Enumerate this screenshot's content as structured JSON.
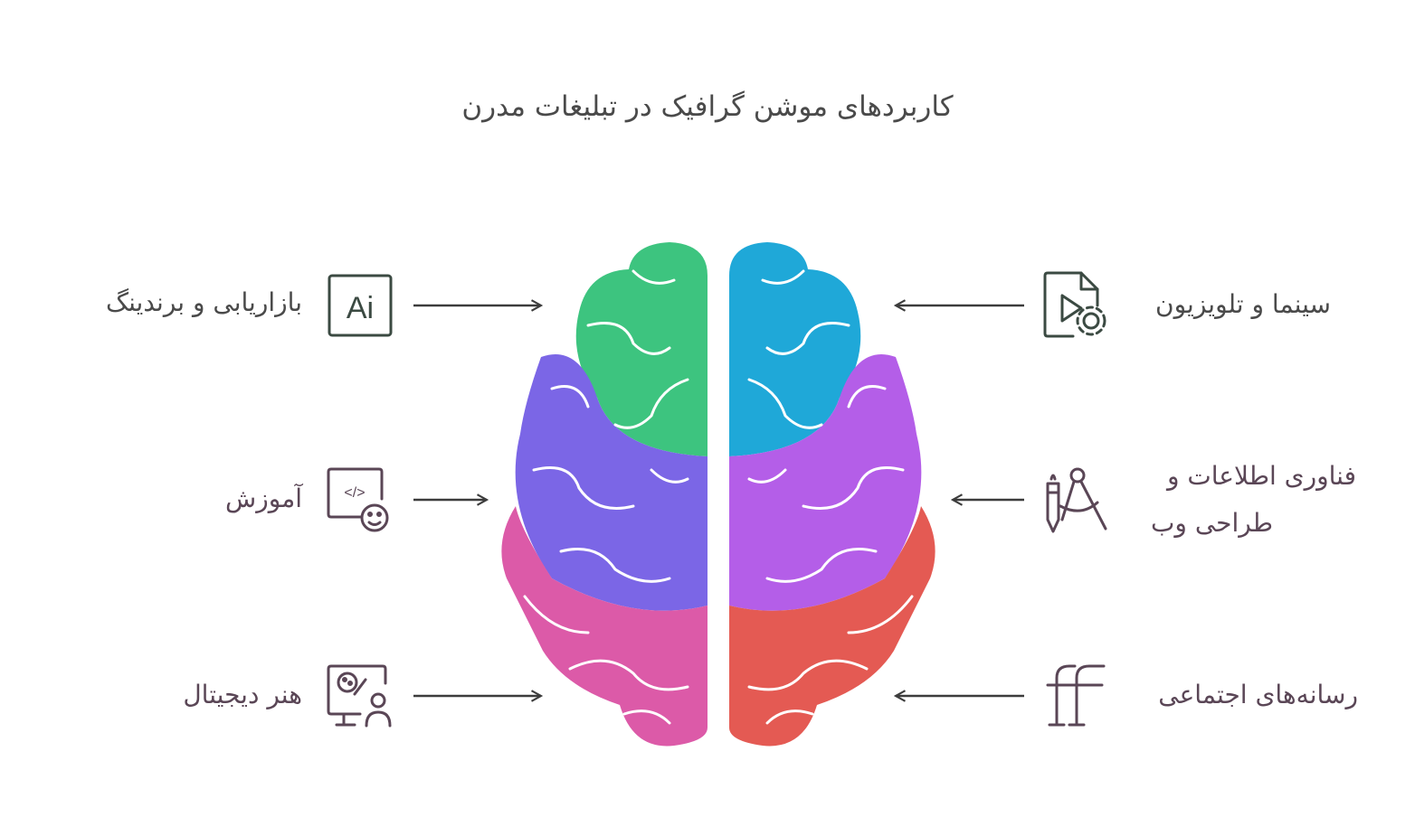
{
  "title": "کاربردهای موشن گرافیک در تبلیغات مدرن",
  "left_items": [
    {
      "label": "بازاریابی و برندینگ",
      "icon": "ai-icon",
      "icon_text": "Ai"
    },
    {
      "label": "آموزش",
      "icon": "code-learning-icon",
      "icon_text": "</>"
    },
    {
      "label": "هنر دیجیتال",
      "icon": "digital-art-icon"
    }
  ],
  "right_items": [
    {
      "label": "سینما و تلویزیون",
      "icon": "video-settings-icon"
    },
    {
      "label_line1": "فناوری اطلاعات و",
      "label_line2": "طراحی وب",
      "icon": "design-tools-icon"
    },
    {
      "label": "رسانه‌های اجتماعی",
      "icon": "ff-ligature-icon",
      "icon_text": "ff"
    }
  ],
  "colors": {
    "green": "#3dc47f",
    "blue": "#1fa8d8",
    "indigo": "#7b66e6",
    "violet": "#b45ee8",
    "pink": "#dc5aa8",
    "red": "#e45a53",
    "arrow": "#3c3c3c",
    "icon_dark": "#3b4a42",
    "icon_plum": "#5a4656"
  }
}
